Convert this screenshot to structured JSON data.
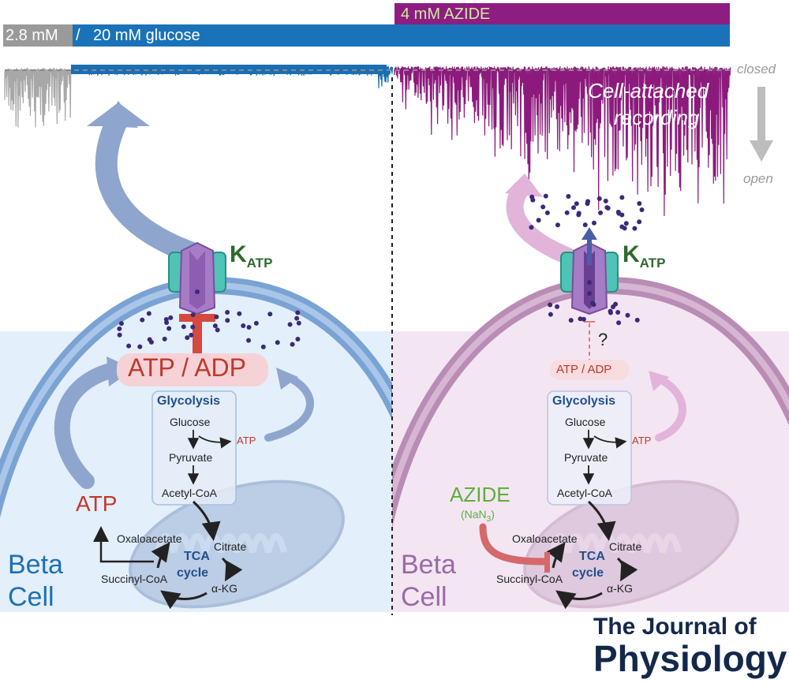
{
  "bars": {
    "azide_label": "4 mM AZIDE",
    "basal_label": "2.8 mM",
    "separator": "/",
    "glucose_label": "20 mM glucose"
  },
  "recording": {
    "closed_label": "closed",
    "open_label": "open",
    "title_line1": "Cell-attached",
    "title_line2": "recording"
  },
  "left_cell": {
    "katp": "K",
    "katp_sub": "ATP",
    "atp_adp": "ATP / ADP",
    "glycolysis": "Glycolysis",
    "glucose": "Glucose",
    "atp_small": "ATP",
    "pyruvate": "Pyruvate",
    "acetyl_coa": "Acetyl-CoA",
    "atp_big": "ATP",
    "oxaloacetate": "Oxaloacetate",
    "citrate": "Citrate",
    "tca_line1": "TCA",
    "tca_line2": "cycle",
    "succinyl": "Succinyl-CoA",
    "akg": "α-KG",
    "cell_line1": "Beta",
    "cell_line2": "Cell"
  },
  "right_cell": {
    "katp": "K",
    "katp_sub": "ATP",
    "question": "?",
    "atp_adp": "ATP / ADP",
    "glycolysis": "Glycolysis",
    "glucose": "Glucose",
    "atp_small": "ATP",
    "pyruvate": "Pyruvate",
    "acetyl_coa": "Acetyl-CoA",
    "azide": "AZIDE",
    "azide_formula": "(NaN",
    "azide_formula_sub": "3",
    "azide_formula_end": ")",
    "oxaloacetate": "Oxaloacetate",
    "citrate": "Citrate",
    "tca_line1": "TCA",
    "tca_line2": "cycle",
    "succinyl": "Succinyl-CoA",
    "akg": "α-KG",
    "cell_line1": "Beta",
    "cell_line2": "Cell"
  },
  "journal": {
    "line1": "The Journal of",
    "line2": "Physiology"
  },
  "colors": {
    "blue_bar": "#1a73b8",
    "purple_bar": "#8e1d82",
    "grey_bar": "#9a9a9a",
    "trace_blue": "#1a6fb4",
    "trace_purple": "#8c1a7c",
    "trace_grey": "#a8a8a8",
    "left_cell_bg": "#e3effb",
    "right_cell_bg": "#f3e6f2",
    "atp_red": "#c0392b",
    "azide_green": "#5fae3a",
    "journal_navy": "#14284b"
  }
}
